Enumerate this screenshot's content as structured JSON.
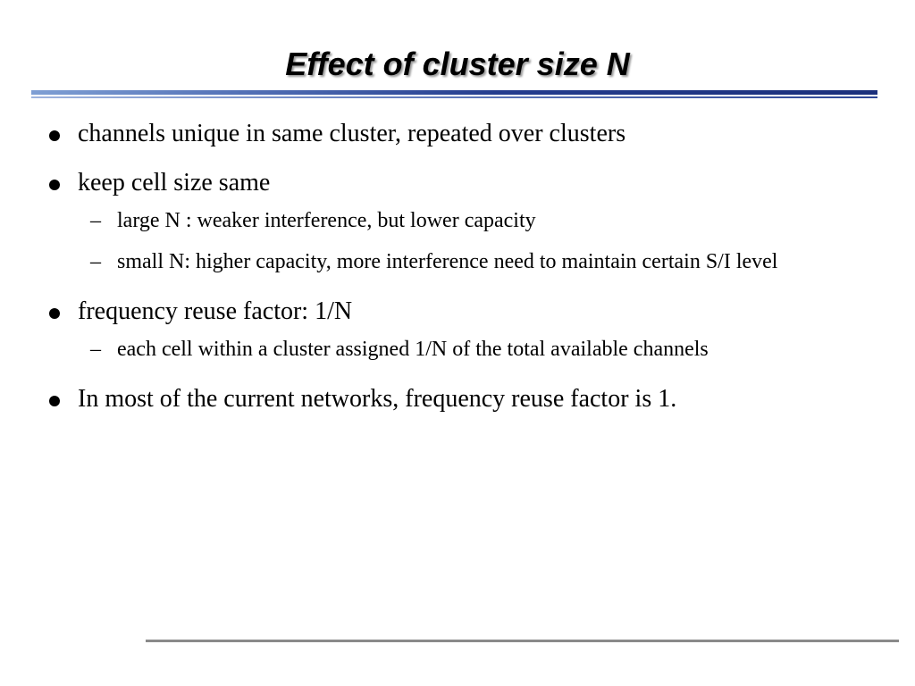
{
  "slide": {
    "title": "Effect of cluster size N",
    "bullets": [
      {
        "text": "channels unique in same cluster, repeated over clusters",
        "subitems": []
      },
      {
        "text": "keep cell size same",
        "subitems": [
          "large N : weaker interference, but lower capacity",
          "small N: higher capacity, more interference need to maintain certain S/I level"
        ]
      },
      {
        "text": "frequency reuse factor: 1/N",
        "subitems": [
          "each cell within a cluster assigned 1/N of the total available channels"
        ]
      },
      {
        "text": "In most of the current networks, frequency reuse factor is 1.",
        "subitems": []
      }
    ],
    "sub_marker": "–",
    "colors": {
      "title_rule_dark": "#1a2f7c",
      "title_rule_light": "#7f9fd4",
      "footer_rule": "#8a8a8a",
      "text": "#000000"
    }
  }
}
